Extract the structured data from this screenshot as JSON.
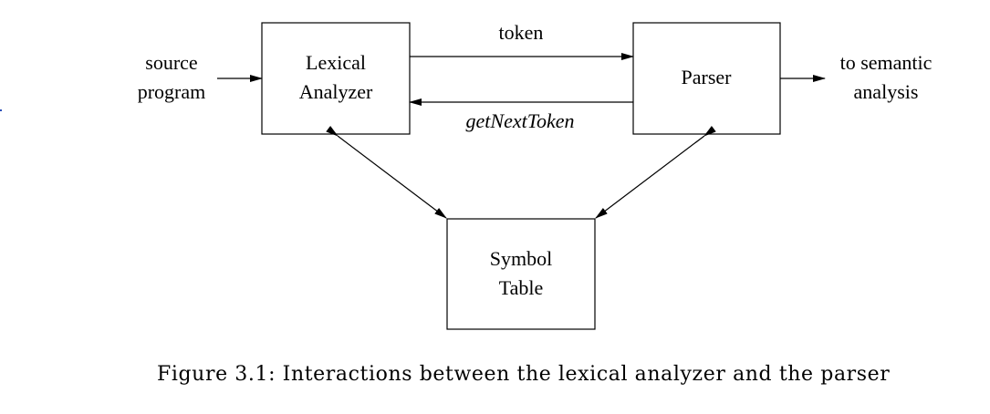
{
  "diagram": {
    "source_label": [
      "source",
      "program"
    ],
    "lexical_box": [
      "Lexical",
      "Analyzer"
    ],
    "parser_box": [
      "Parser"
    ],
    "output_label": [
      "to semantic",
      "analysis"
    ],
    "token_label": "token",
    "request_label": "getNextToken",
    "symbol_box": [
      "Symbol",
      "Table"
    ]
  },
  "caption": "Figure 3.1: Interactions between the lexical analyzer and the parser"
}
